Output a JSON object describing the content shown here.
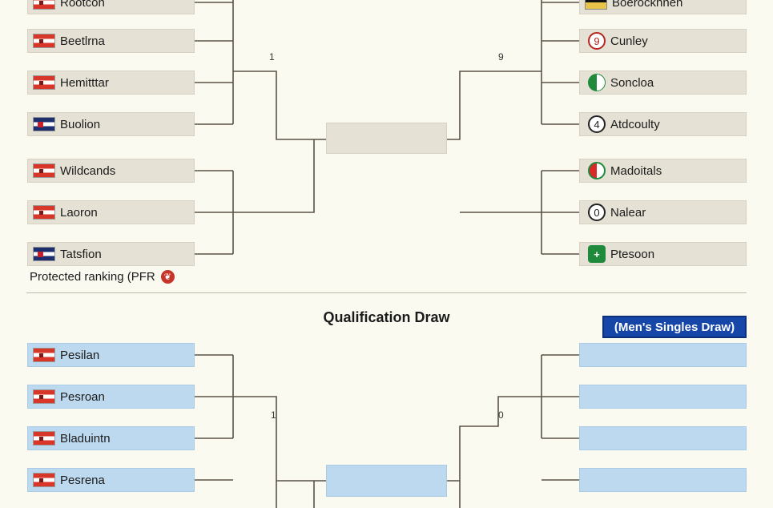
{
  "bracket": {
    "left": [
      {
        "label": "Rootcon",
        "icon": "red-white-flag"
      },
      {
        "label": "Beetlrna",
        "icon": "red-white-flag"
      },
      {
        "label": "Hemitttar",
        "icon": "red-white-flag"
      },
      {
        "label": "Buolion",
        "icon": "navy-red-flag"
      },
      {
        "label": "Wildcands",
        "icon": "red-white-flag"
      },
      {
        "label": "Laoron",
        "icon": "red-white-flag"
      },
      {
        "label": "Tatsfion",
        "icon": "navy-red-flag"
      }
    ],
    "right": [
      {
        "label": "Boerockhnen",
        "icon": "black-gold-flag"
      },
      {
        "label": "Cunley",
        "icon": "numbered-emblem",
        "glyph": "9"
      },
      {
        "label": "Soncloa",
        "icon": "green-emblem"
      },
      {
        "label": "Atdcoulty",
        "icon": "numbered-emblem",
        "glyph": "4"
      },
      {
        "label": "Madoitals",
        "icon": "red-green-emblem"
      },
      {
        "label": "Nalear",
        "icon": "numbered-emblem",
        "glyph": "0"
      },
      {
        "label": "Ptesoon",
        "icon": "green-cross-emblem",
        "glyph": "+"
      }
    ],
    "left_round_mark": "1",
    "right_round_mark": "9"
  },
  "legend": {
    "text": "Protected ranking (PFR",
    "icon": "pr-leaf-icon",
    "glyph": "❦",
    "color": "#c8342a"
  },
  "qualification": {
    "title": "Qualification Draw",
    "badge": "(Men's Singles Draw)",
    "left": [
      {
        "label": "Pesilan",
        "icon": "red-white-flag"
      },
      {
        "label": "Pesroan",
        "icon": "red-white-flag"
      },
      {
        "label": "Bladuintn",
        "icon": "red-white-flag"
      },
      {
        "label": "Pesrena",
        "icon": "red-white-flag"
      }
    ],
    "left_round_mark": "1",
    "right_round_mark": "0"
  },
  "colors": {
    "background": "#fbfaf1",
    "main_slot": "#e6e1d5",
    "qualifier_slot": "#bcd9ef",
    "badge": "#1646a8",
    "connector": "#5a5246"
  }
}
